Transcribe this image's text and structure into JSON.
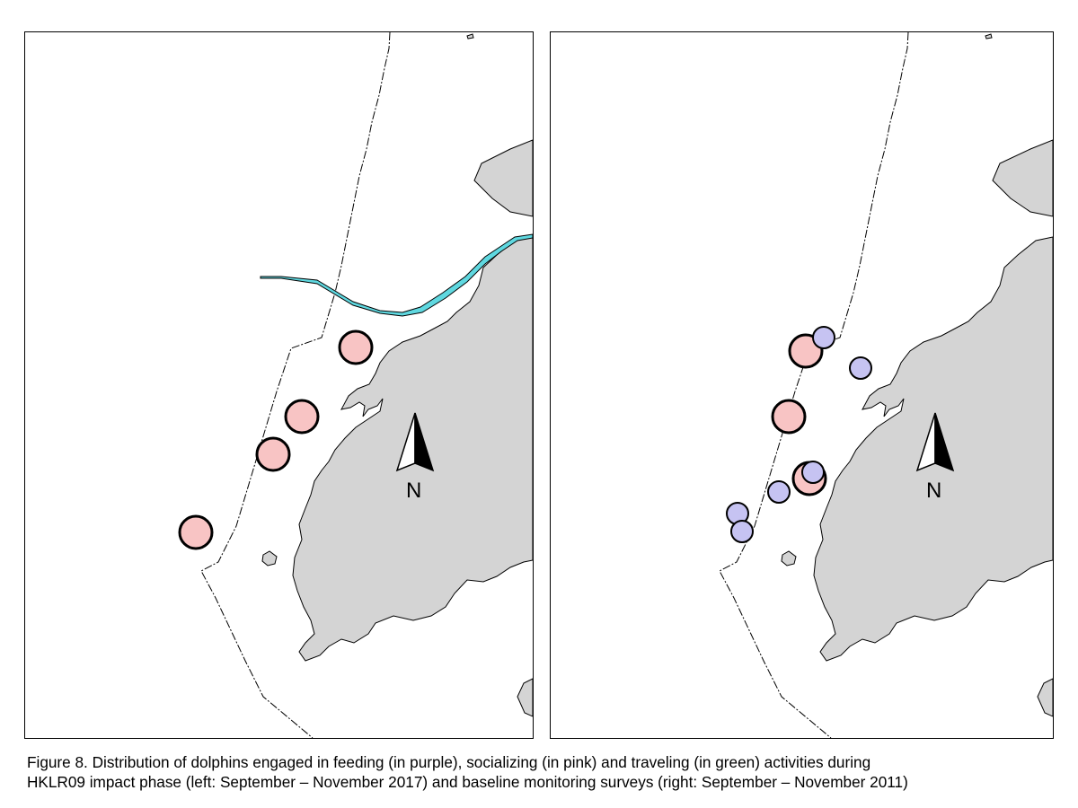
{
  "colors": {
    "land": "#d4d4d4",
    "water": "#ffffff",
    "feeding": "#c6c3f2",
    "socializing": "#f8c4c4",
    "traveling": "#5fd8e0",
    "outline": "#000000"
  },
  "north_arrow_label": "N",
  "caption": {
    "line1": "Figure 8.  Distribution of dolphins engaged in feeding (in purple), socializing (in pink) and traveling (in green) activities during",
    "line2": "HKLR09 impact phase (left: September – November 2017) and baseline monitoring surveys (right: September – November 2011)"
  },
  "panels": {
    "left": {
      "sightings": [
        {
          "activity": "socializing",
          "size": "large"
        },
        {
          "activity": "socializing",
          "size": "large"
        },
        {
          "activity": "socializing",
          "size": "large"
        },
        {
          "activity": "socializing",
          "size": "large"
        }
      ]
    },
    "right": {
      "sightings": [
        {
          "activity": "socializing",
          "size": "large"
        },
        {
          "activity": "feeding",
          "size": "small"
        },
        {
          "activity": "feeding",
          "size": "small"
        },
        {
          "activity": "socializing",
          "size": "large"
        },
        {
          "activity": "socializing",
          "size": "large"
        },
        {
          "activity": "feeding",
          "size": "small"
        },
        {
          "activity": "feeding",
          "size": "small"
        },
        {
          "activity": "feeding",
          "size": "small"
        },
        {
          "activity": "feeding",
          "size": "small"
        }
      ]
    }
  }
}
